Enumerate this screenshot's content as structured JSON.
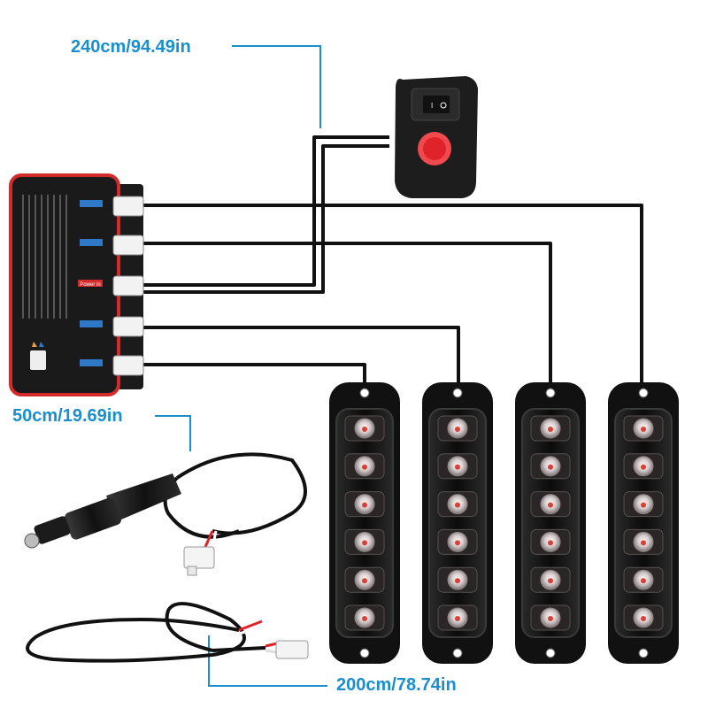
{
  "labels": {
    "top_cable_length": "240cm/94.49in",
    "middle_cable_length": "50cm/19.69in",
    "bottom_cable_length": "200cm/78.74in"
  },
  "control_box": {
    "port_labels": [
      "",
      "",
      "Power in",
      "",
      ""
    ]
  },
  "light_bars": {
    "count": 4,
    "leds_per_bar": 6
  },
  "colors": {
    "dimension_label": "#1a8fd0",
    "wire": "#111111",
    "box_frame": "#d42a2a",
    "box_body": "#1a1a1a",
    "switch_button": "#e0222a",
    "port_tag": "#2f78c8"
  }
}
